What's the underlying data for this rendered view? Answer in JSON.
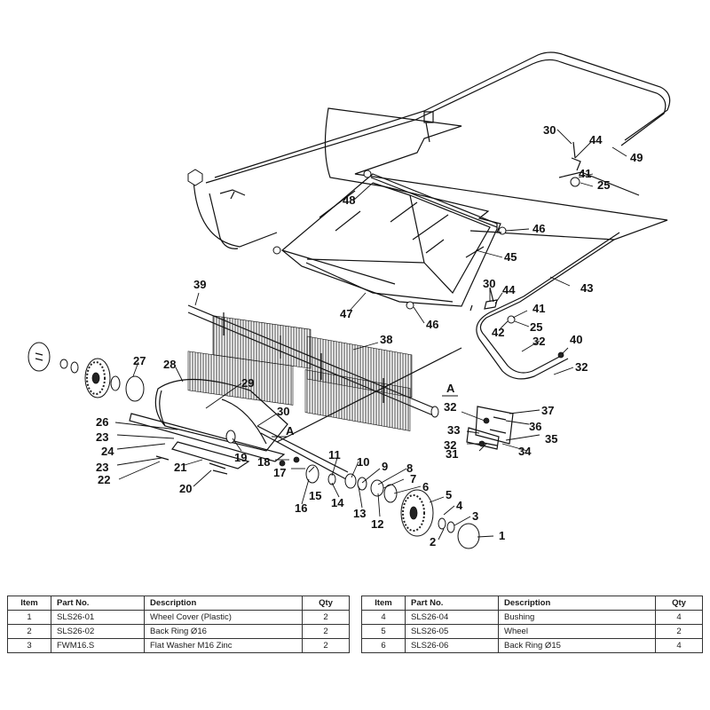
{
  "callouts": [
    {
      "num": "1"
    },
    {
      "num": "2"
    },
    {
      "num": "3"
    },
    {
      "num": "4"
    },
    {
      "num": "5"
    },
    {
      "num": "6"
    },
    {
      "num": "7"
    },
    {
      "num": "8"
    },
    {
      "num": "9"
    },
    {
      "num": "10"
    },
    {
      "num": "11"
    },
    {
      "num": "12"
    },
    {
      "num": "13"
    },
    {
      "num": "14"
    },
    {
      "num": "15"
    },
    {
      "num": "16"
    },
    {
      "num": "17"
    },
    {
      "num": "18"
    },
    {
      "num": "19"
    },
    {
      "num": "20"
    },
    {
      "num": "21"
    },
    {
      "num": "22"
    },
    {
      "num": "23"
    },
    {
      "num": "23"
    },
    {
      "num": "24"
    },
    {
      "num": "25"
    },
    {
      "num": "25"
    },
    {
      "num": "26"
    },
    {
      "num": "27"
    },
    {
      "num": "28"
    },
    {
      "num": "29"
    },
    {
      "num": "30"
    },
    {
      "num": "30"
    },
    {
      "num": "30"
    },
    {
      "num": "31"
    },
    {
      "num": "32"
    },
    {
      "num": "32"
    },
    {
      "num": "32"
    },
    {
      "num": "32"
    },
    {
      "num": "33"
    },
    {
      "num": "34"
    },
    {
      "num": "35"
    },
    {
      "num": "36"
    },
    {
      "num": "37"
    },
    {
      "num": "38"
    },
    {
      "num": "39"
    },
    {
      "num": "40"
    },
    {
      "num": "41"
    },
    {
      "num": "41"
    },
    {
      "num": "42"
    },
    {
      "num": "43"
    },
    {
      "num": "44"
    },
    {
      "num": "44"
    },
    {
      "num": "45"
    },
    {
      "num": "46"
    },
    {
      "num": "46"
    },
    {
      "num": "47"
    },
    {
      "num": "48"
    },
    {
      "num": "49"
    }
  ],
  "section_marks": [
    "A",
    "A"
  ],
  "parts_table": {
    "headers": {
      "item": "Item",
      "part_no": "Part No.",
      "description": "Description",
      "qty": "Qty"
    },
    "left_rows": [
      {
        "item": "1",
        "part_no": "SLS26-01",
        "description": "Wheel Cover (Plastic)",
        "qty": "2"
      },
      {
        "item": "2",
        "part_no": "SLS26-02",
        "description": "Back Ring Ø16",
        "qty": "2"
      },
      {
        "item": "3",
        "part_no": "FWM16.S",
        "description": "Flat Washer M16 Zinc",
        "qty": "2"
      }
    ],
    "right_rows": [
      {
        "item": "4",
        "part_no": "SLS26-04",
        "description": "Bushing",
        "qty": "4"
      },
      {
        "item": "5",
        "part_no": "SLS26-05",
        "description": "Wheel",
        "qty": "2"
      },
      {
        "item": "6",
        "part_no": "SLS26-06",
        "description": "Back Ring Ø15",
        "qty": "4"
      }
    ]
  }
}
